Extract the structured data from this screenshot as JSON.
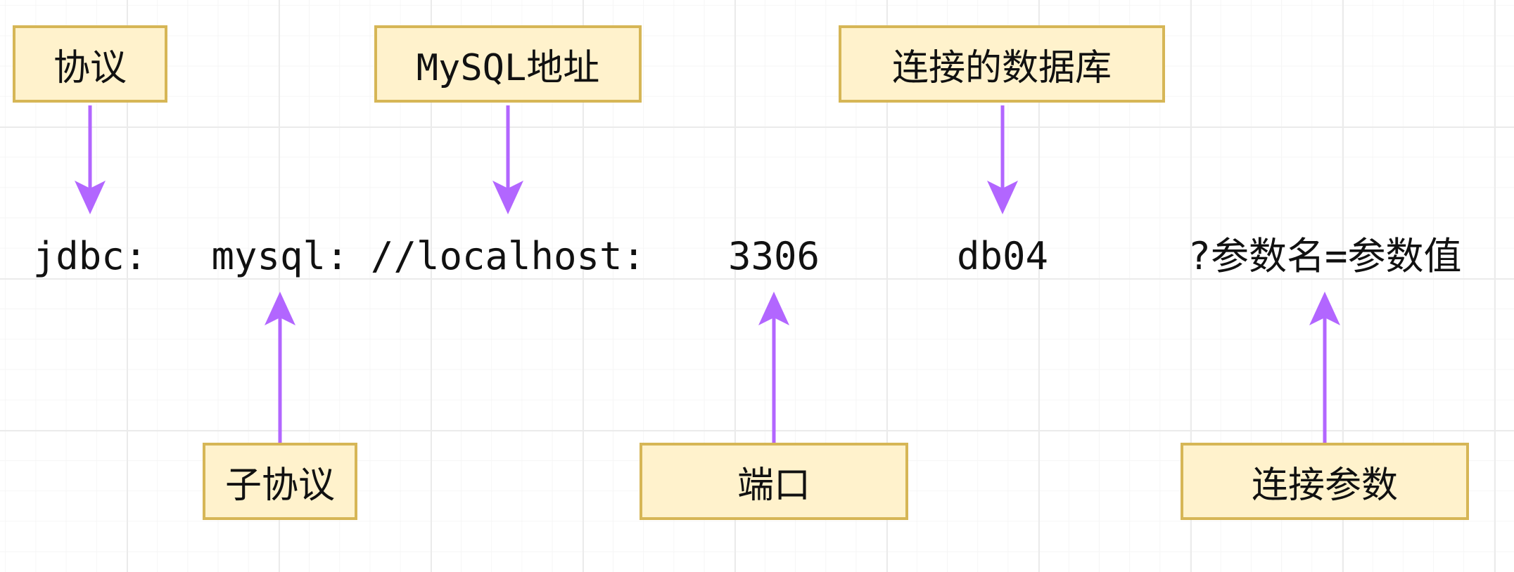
{
  "labels": {
    "protocol": "协议",
    "mysql_address": "MySQL地址",
    "database": "连接的数据库",
    "subprotocol": "子协议",
    "port": "端口",
    "params": "连接参数"
  },
  "url_parts": {
    "jdbc": "jdbc:",
    "mysql": "mysql:",
    "host": "//localhost:",
    "port": "3306",
    "db": "db04",
    "params": "?参数名=参数值"
  },
  "colors": {
    "box_fill": "#fff2cc",
    "box_border": "#d6b656",
    "arrow": "#b266ff",
    "text": "#111111"
  }
}
